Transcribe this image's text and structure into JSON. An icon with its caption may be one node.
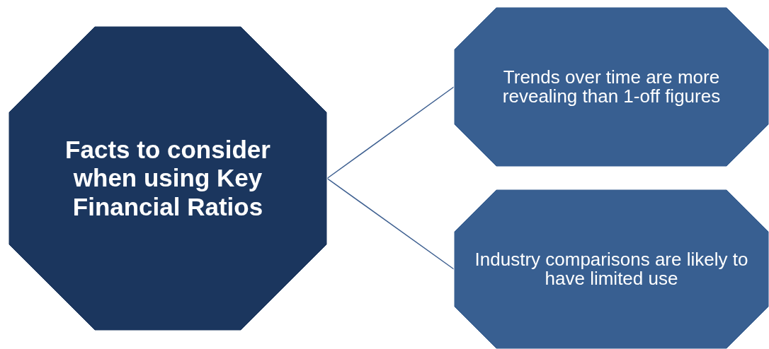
{
  "diagram": {
    "nodes": [
      {
        "text": [
          "Facts to consider when using Key Financial Ratios"
        ]
      },
      {
        "text": [
          "Trends over time are more revealing than 1-off figures"
        ]
      },
      {
        "text": [
          "Industry comparisons are likely to have limited use"
        ]
      }
    ],
    "edges": [
      {
        "from": 0,
        "to": 1,
        "arrow": "none"
      },
      {
        "from": 0,
        "to": 2,
        "arrow": "none"
      }
    ]
  }
}
